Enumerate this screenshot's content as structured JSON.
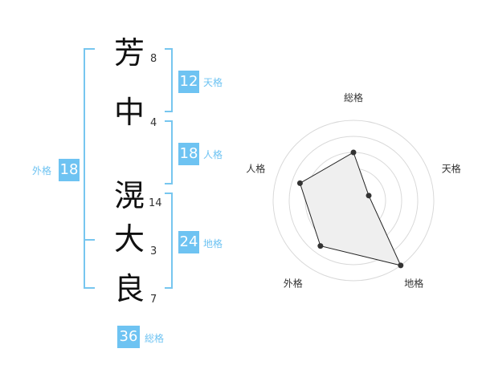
{
  "name": {
    "chars": [
      {
        "char": "芳",
        "strokes": "8"
      },
      {
        "char": "中",
        "strokes": "4"
      },
      {
        "char": "滉",
        "strokes": "14"
      },
      {
        "char": "大",
        "strokes": "3"
      },
      {
        "char": "良",
        "strokes": "7"
      }
    ]
  },
  "fortune": {
    "tenkaku": {
      "value": "12",
      "label": "天格"
    },
    "jinkaku": {
      "value": "18",
      "label": "人格"
    },
    "chikaku": {
      "value": "24",
      "label": "地格"
    },
    "gaikaku": {
      "value": "18",
      "label": "外格"
    },
    "soukaku": {
      "value": "36",
      "label": "総格"
    }
  },
  "colors": {
    "accent": "#6ec3f2",
    "bracket": "#77c6ef",
    "radar_fill": "#efefef",
    "radar_ring": "#d9d9d9"
  },
  "chart_data": {
    "type": "radar",
    "axes": [
      "総格",
      "天格",
      "地格",
      "外格",
      "人格"
    ],
    "values": [
      3,
      1,
      5,
      3.5,
      3.5
    ],
    "max": 5,
    "rings": 5
  }
}
